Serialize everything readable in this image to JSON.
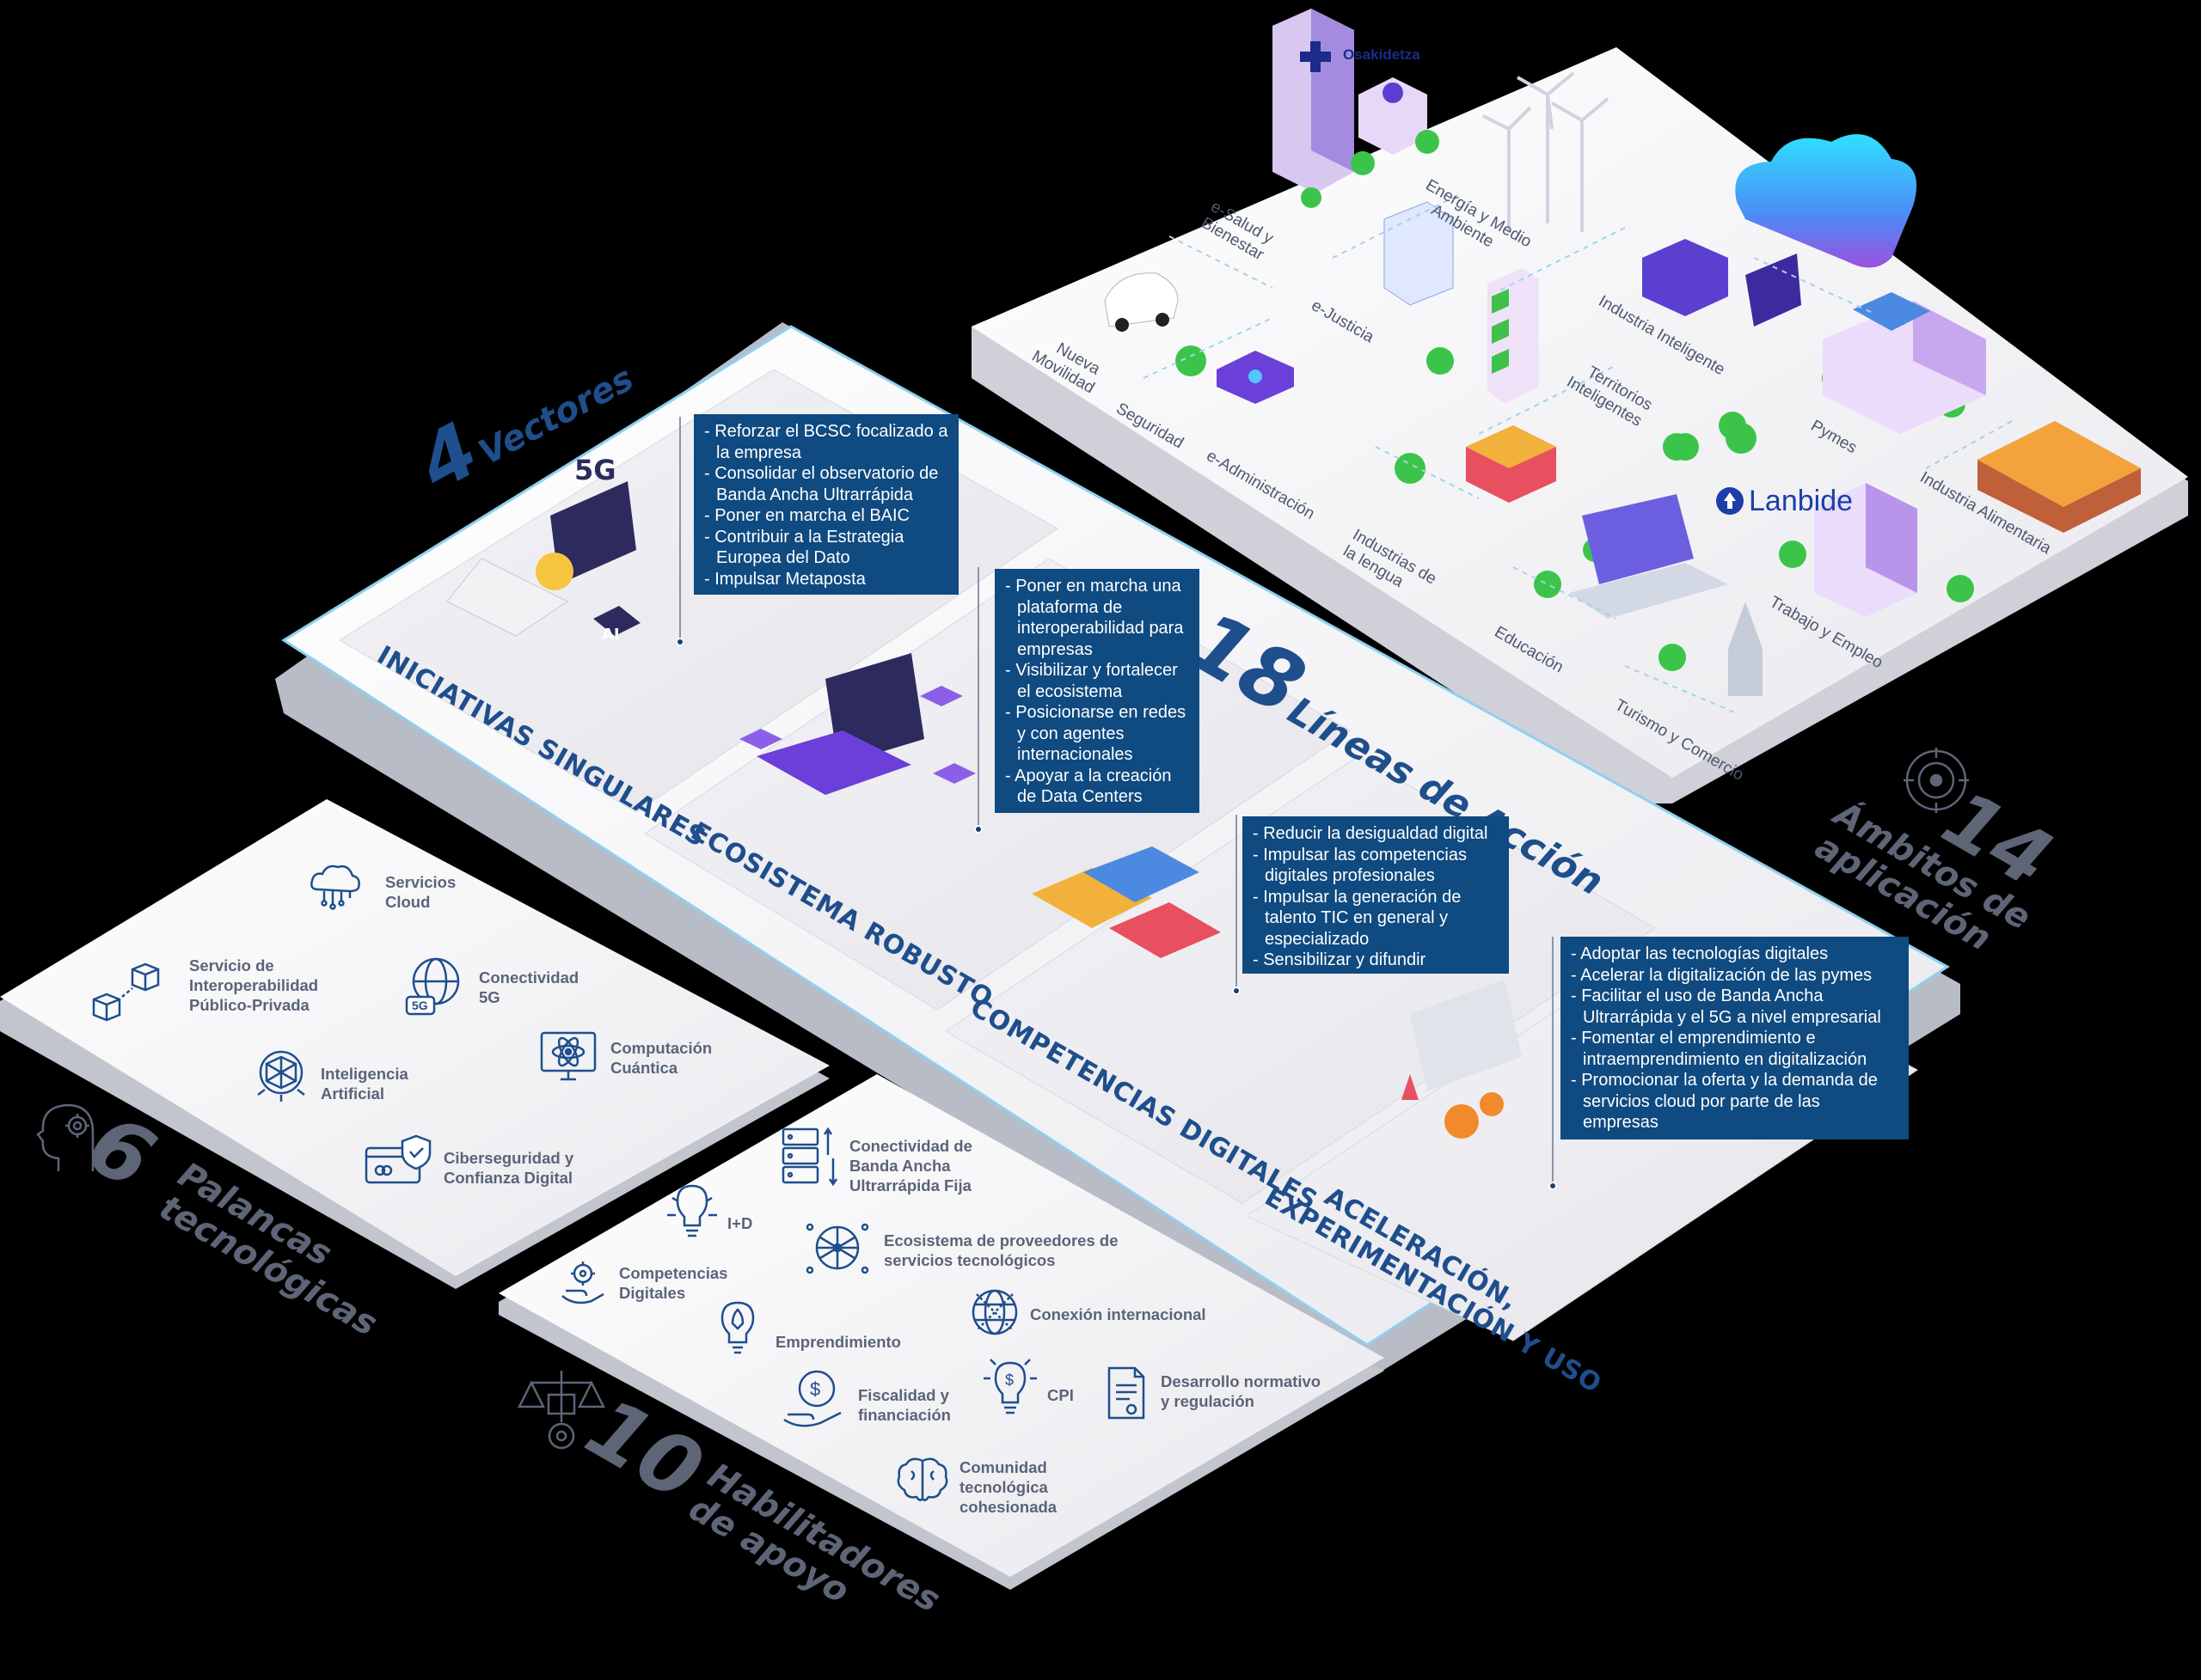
{
  "colors": {
    "background": "#000000",
    "platform": "#f2f2f5",
    "accent_blue": "#1f4e8c",
    "infobox": "#0f4a80",
    "label_gray": "#5b6478",
    "heading_gray": "#5d6577",
    "cyan_outline": "#8fd0f0"
  },
  "headings": {
    "vectores": {
      "number": "4",
      "text": "Vectores"
    },
    "lineas": {
      "number": "18",
      "text": "Líneas de Acción"
    },
    "ambitos": {
      "number": "14",
      "line1": "Ámbitos de",
      "line2": "aplicación"
    },
    "palancas": {
      "number": "6",
      "line1": "Palancas",
      "line2": "tecnológicas"
    },
    "habilitadores": {
      "number": "10",
      "line1": "Habilitadores",
      "line2": "de apoyo"
    }
  },
  "vectors": [
    {
      "label": "INICIATIVAS SINGULARES",
      "items": [
        "Reforzar el BCSC focalizado a la empresa",
        "Consolidar el observatorio de Banda Ancha Ultrarrápida",
        "Poner en marcha el BAIC",
        "Contribuir a la Estrategia Europea del Dato",
        "Impulsar Metaposta"
      ]
    },
    {
      "label": "ECOSISTEMA ROBUSTO",
      "items": [
        "Poner en marcha una plataforma de interoperabilidad para empresas",
        "Visibilizar y fortalecer el ecosistema",
        "Posicionarse en redes y con agentes internacionales",
        "Apoyar a la creación de Data Centers"
      ]
    },
    {
      "label": "COMPETENCIAS DIGITALES",
      "items": [
        "Reducir la desigualdad digital",
        "Impulsar las competencias digitales profesionales",
        "Impulsar la generación de talento TIC en general y especializado",
        "Sensibilizar y difundir"
      ]
    },
    {
      "label_line1": "ACELERACIÓN,",
      "label_line2": "EXPERIMENTACIÓN Y USO",
      "items": [
        "Adoptar las tecnologías digitales",
        "Acelerar la digitalización de las pymes",
        "Facilitar el uso de Banda Ancha Ultrarrápida y el 5G a nivel empresarial",
        "Fomentar el emprendimiento e intraemprendimiento en digitalización",
        "Promocionar la oferta y la demanda de servicios cloud por parte de las empresas"
      ]
    }
  ],
  "ambitos": [
    {
      "l1": "e-Salud y",
      "l2": "Bienestar"
    },
    {
      "l1": "Energía y Medio",
      "l2": "Ambiente"
    },
    {
      "l1": "Nueva",
      "l2": "Movilidad"
    },
    {
      "l1": "e-Justicia",
      "l2": ""
    },
    {
      "l1": "Industria Inteligente",
      "l2": ""
    },
    {
      "l1": "Seguridad",
      "l2": ""
    },
    {
      "l1": "Territorios",
      "l2": "Inteligentes"
    },
    {
      "l1": "Pymes",
      "l2": ""
    },
    {
      "l1": "e-Administración",
      "l2": ""
    },
    {
      "l1": "Industria Alimentaria",
      "l2": ""
    },
    {
      "l1": "Industrias de",
      "l2": "la lengua"
    },
    {
      "l1": "Trabajo y Empleo",
      "l2": ""
    },
    {
      "l1": "Educación",
      "l2": ""
    },
    {
      "l1": "Turismo y Comercio",
      "l2": ""
    }
  ],
  "brands": {
    "osakidetza": "Osakidetza",
    "lanbide": "Lanbide"
  },
  "mini_labels": {
    "fiveg": "5G",
    "ai": "AI",
    "fiveg_chip": "5G"
  },
  "palancas": [
    {
      "l1": "Servicios",
      "l2": "Cloud",
      "l3": "",
      "icon": "cloud-icon"
    },
    {
      "l1": "Servicio de",
      "l2": "Interoperabilidad",
      "l3": "Público-Privada",
      "icon": "cubes-icon"
    },
    {
      "l1": "Conectividad",
      "l2": "5G",
      "l3": "",
      "icon": "globe-5g-icon"
    },
    {
      "l1": "Inteligencia",
      "l2": "Artificial",
      "l3": "",
      "icon": "brain-network-icon"
    },
    {
      "l1": "Computación",
      "l2": "Cuántica",
      "l3": "",
      "icon": "atom-monitor-icon"
    },
    {
      "l1": "Ciberseguridad y",
      "l2": "Confianza Digital",
      "l3": "",
      "icon": "shield-card-icon"
    }
  ],
  "habilitadores": [
    {
      "l1": "Conectividad de",
      "l2": "Banda Ancha",
      "l3": "Ultrarrápida Fija",
      "icon": "server-icon"
    },
    {
      "l1": "I+D",
      "l2": "",
      "l3": "",
      "icon": "lightbulb-icon"
    },
    {
      "l1": "Ecosistema de proveedores de",
      "l2": "servicios tecnológicos",
      "l3": "",
      "icon": "network-globe-icon"
    },
    {
      "l1": "Competencias",
      "l2": "Digitales",
      "l3": "",
      "icon": "hand-gear-icon"
    },
    {
      "l1": "Conexión internacional",
      "l2": "",
      "l3": "",
      "icon": "globe-grid-icon"
    },
    {
      "l1": "Emprendimiento",
      "l2": "",
      "l3": "",
      "icon": "rocket-bulb-icon"
    },
    {
      "l1": "Fiscalidad y",
      "l2": "financiación",
      "l3": "",
      "icon": "coin-hand-icon"
    },
    {
      "l1": "CPI",
      "l2": "",
      "l3": "",
      "icon": "bulb-idea-icon"
    },
    {
      "l1": "Desarrollo normativo",
      "l2": "y regulación",
      "l3": "",
      "icon": "document-icon"
    },
    {
      "l1": "Comunidad",
      "l2": "tecnológica",
      "l3": "cohesionada",
      "icon": "brain-icon"
    }
  ]
}
